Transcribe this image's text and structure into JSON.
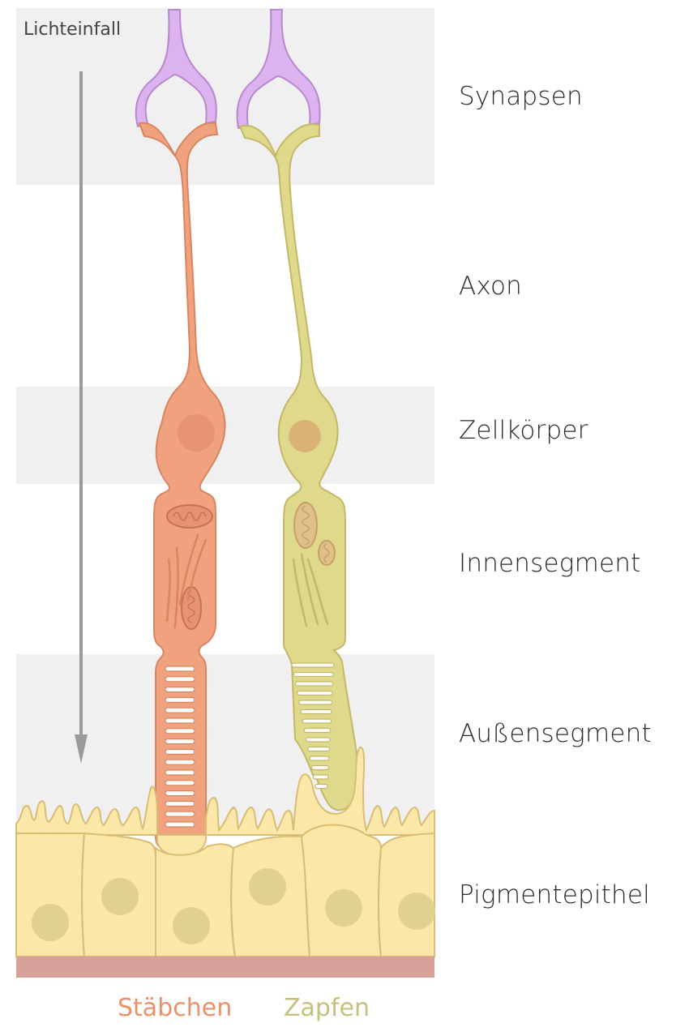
{
  "light_label": "Lichteinfall",
  "layers": {
    "synapsen": "Synapsen",
    "axon": "Axon",
    "zellkoerper": "Zellkörper",
    "innensegment": "Innensegment",
    "aussensegment": "Außensegment",
    "pigmentepithel": "Pigmentepithel"
  },
  "cells": {
    "rod_label": "Stäbchen",
    "cone_label": "Zapfen"
  },
  "colors": {
    "band_gray": "#f0f0f1",
    "rod_fill": "#f0a27e",
    "rod_stroke": "#d98561",
    "cone_fill": "#dfd98c",
    "cone_stroke": "#c3b868",
    "synapse_fill": "#dcb3ee",
    "synapse_stroke": "#b888cf",
    "epithel_fill": "#fbe7a8",
    "epithel_stroke": "#d8bd72",
    "basal_layer": "#d7a19a",
    "arrow": "#9a9a9a",
    "rod_text": "#e8916a",
    "cone_text": "#c7c07c"
  }
}
